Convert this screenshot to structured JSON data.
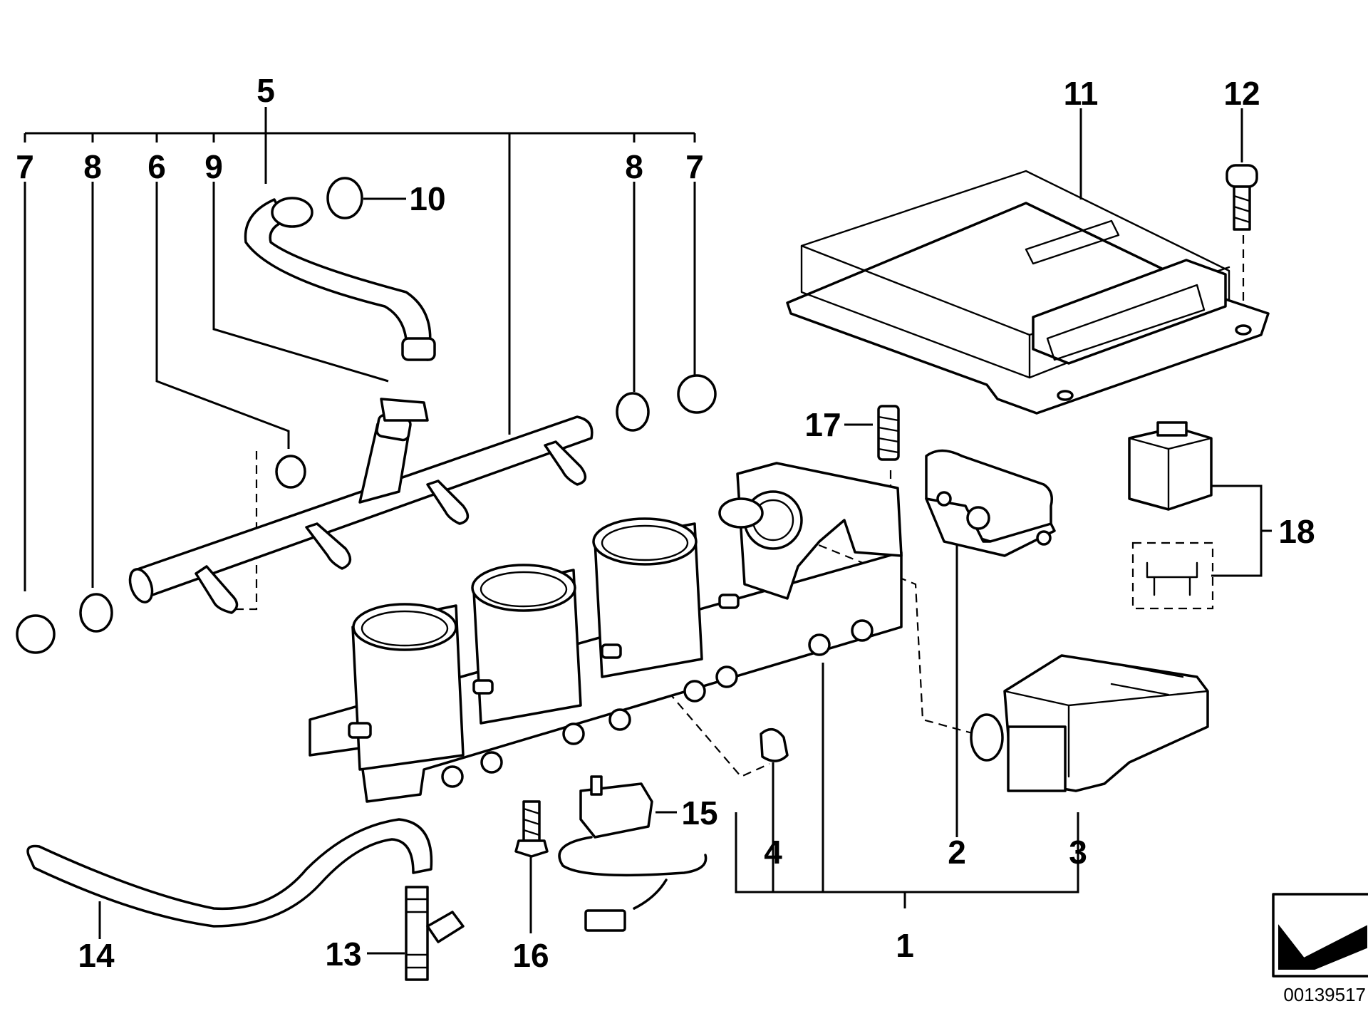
{
  "diagram": {
    "callouts": [
      {
        "id": "c7a",
        "text": "7"
      },
      {
        "id": "c8a",
        "text": "8"
      },
      {
        "id": "c6",
        "text": "6"
      },
      {
        "id": "c9",
        "text": "9"
      },
      {
        "id": "c5",
        "text": "5"
      },
      {
        "id": "c10",
        "text": "10"
      },
      {
        "id": "c8b",
        "text": "8"
      },
      {
        "id": "c7b",
        "text": "7"
      },
      {
        "id": "c11",
        "text": "11"
      },
      {
        "id": "c12",
        "text": "12"
      },
      {
        "id": "c17",
        "text": "17"
      },
      {
        "id": "c18",
        "text": "18"
      },
      {
        "id": "c15",
        "text": "15"
      },
      {
        "id": "c4",
        "text": "4"
      },
      {
        "id": "c2",
        "text": "2"
      },
      {
        "id": "c3",
        "text": "3"
      },
      {
        "id": "c1",
        "text": "1"
      },
      {
        "id": "c14",
        "text": "14"
      },
      {
        "id": "c13",
        "text": "13"
      },
      {
        "id": "c16",
        "text": "16"
      }
    ],
    "document_number": "00139517"
  }
}
